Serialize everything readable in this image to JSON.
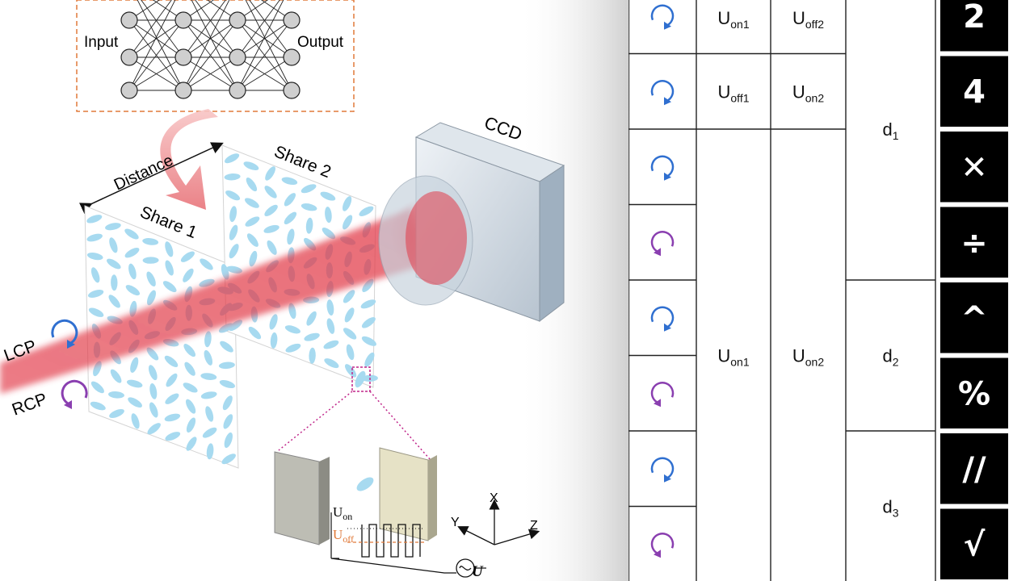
{
  "network": {
    "input_label": "Input",
    "output_label": "Output"
  },
  "labels": {
    "distance": "Distance",
    "share1": "Share 1",
    "share2": "Share 2",
    "ccd": "CCD",
    "lcp": "LCP",
    "rcp": "RCP",
    "u_on": "U",
    "u_on_sub": "on",
    "u_off": "U",
    "u_off_sub": "off",
    "u_source": "U",
    "axis_x": "X",
    "axis_y": "Y",
    "axis_z": "Z"
  },
  "colors": {
    "beam": "#e23a48",
    "lc": "#a7daf0",
    "lcp_arrow": "#2f6fd0",
    "rcp_arrow": "#8a3fb0",
    "dashed_box": "#e07a3a",
    "zoom_line": "#c0268a",
    "uoff": "#e07a3a",
    "op_bg": "#000000",
    "op_fg": "#ffffff",
    "grid": "#222222"
  },
  "table": {
    "rows": [
      {
        "pol": "lcp",
        "icon": "lcp-icon",
        "op": "2"
      },
      {
        "pol": "lcp",
        "icon": "lcp-icon",
        "op": "4"
      },
      {
        "pol": "lcp",
        "icon": "lcp-icon",
        "op": "✕"
      },
      {
        "pol": "rcp",
        "icon": "rcp-icon",
        "op": "÷"
      },
      {
        "pol": "lcp",
        "icon": "lcp-icon",
        "op": "^"
      },
      {
        "pol": "rcp",
        "icon": "rcp-icon",
        "op": "%"
      },
      {
        "pol": "lcp",
        "icon": "lcp-icon",
        "op": "//"
      },
      {
        "pol": "rcp",
        "icon": "rcp-icon",
        "op": "√"
      }
    ],
    "col2": [
      {
        "U": "U",
        "sub": "on1",
        "rows": [
          0,
          0
        ]
      },
      {
        "U": "U",
        "sub": "off1",
        "rows": [
          1,
          1
        ]
      },
      {
        "U": "U",
        "sub": "on1",
        "rows": [
          2,
          7
        ]
      }
    ],
    "col3": [
      {
        "U": "U",
        "sub": "off2",
        "rows": [
          0,
          0
        ]
      },
      {
        "U": "U",
        "sub": "on2",
        "rows": [
          1,
          1
        ]
      },
      {
        "U": "U",
        "sub": "on2",
        "rows": [
          2,
          7
        ]
      }
    ],
    "col4": [
      {
        "d": "d",
        "sub": "1",
        "rows": [
          0,
          3
        ]
      },
      {
        "d": "d",
        "sub": "2",
        "rows": [
          4,
          5
        ]
      },
      {
        "d": "d",
        "sub": "3",
        "rows": [
          6,
          7
        ]
      }
    ]
  }
}
